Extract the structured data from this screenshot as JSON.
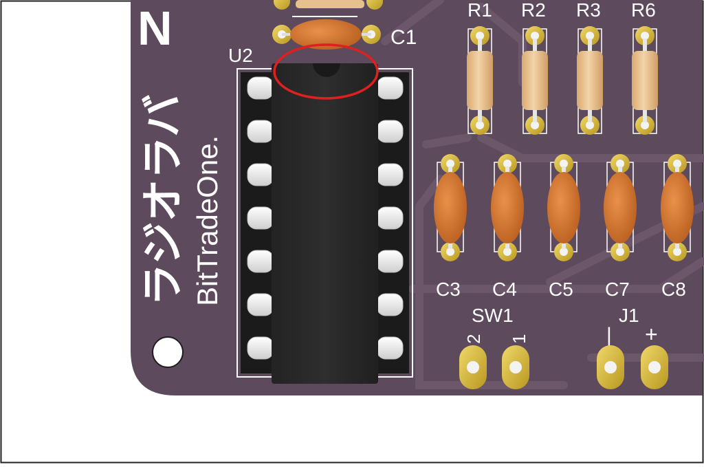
{
  "scene": {
    "kind": "rendered-pcb-closeup",
    "colors": {
      "board": "#5e4a5d",
      "silkscreen": "#ffffff",
      "pad_gold": "#d2b43c",
      "ic_body": "#2a2a2a",
      "socket": "#1a1a1a",
      "resistor_body": "#e7c08f",
      "capacitor": "#d7772f",
      "highlight_ring": "#e02020"
    }
  },
  "silkscreen": {
    "corner_letter": "N",
    "logo_katakana": "ラジオラバ",
    "logo_brand": "BitTradeOne.",
    "ic_ref": "U2",
    "c1": "C1",
    "resistors": [
      "R1",
      "R2",
      "R3",
      "R6"
    ],
    "capacitors": [
      "C3",
      "C4",
      "C5",
      "C7",
      "C8"
    ],
    "switch_ref": "SW1",
    "switch_pins": [
      "2",
      "1"
    ],
    "jack_ref": "J1",
    "jack_pins": [
      "|",
      "+"
    ]
  },
  "annotation": {
    "type": "red-ellipse",
    "target": "IC pin-1 notch"
  }
}
